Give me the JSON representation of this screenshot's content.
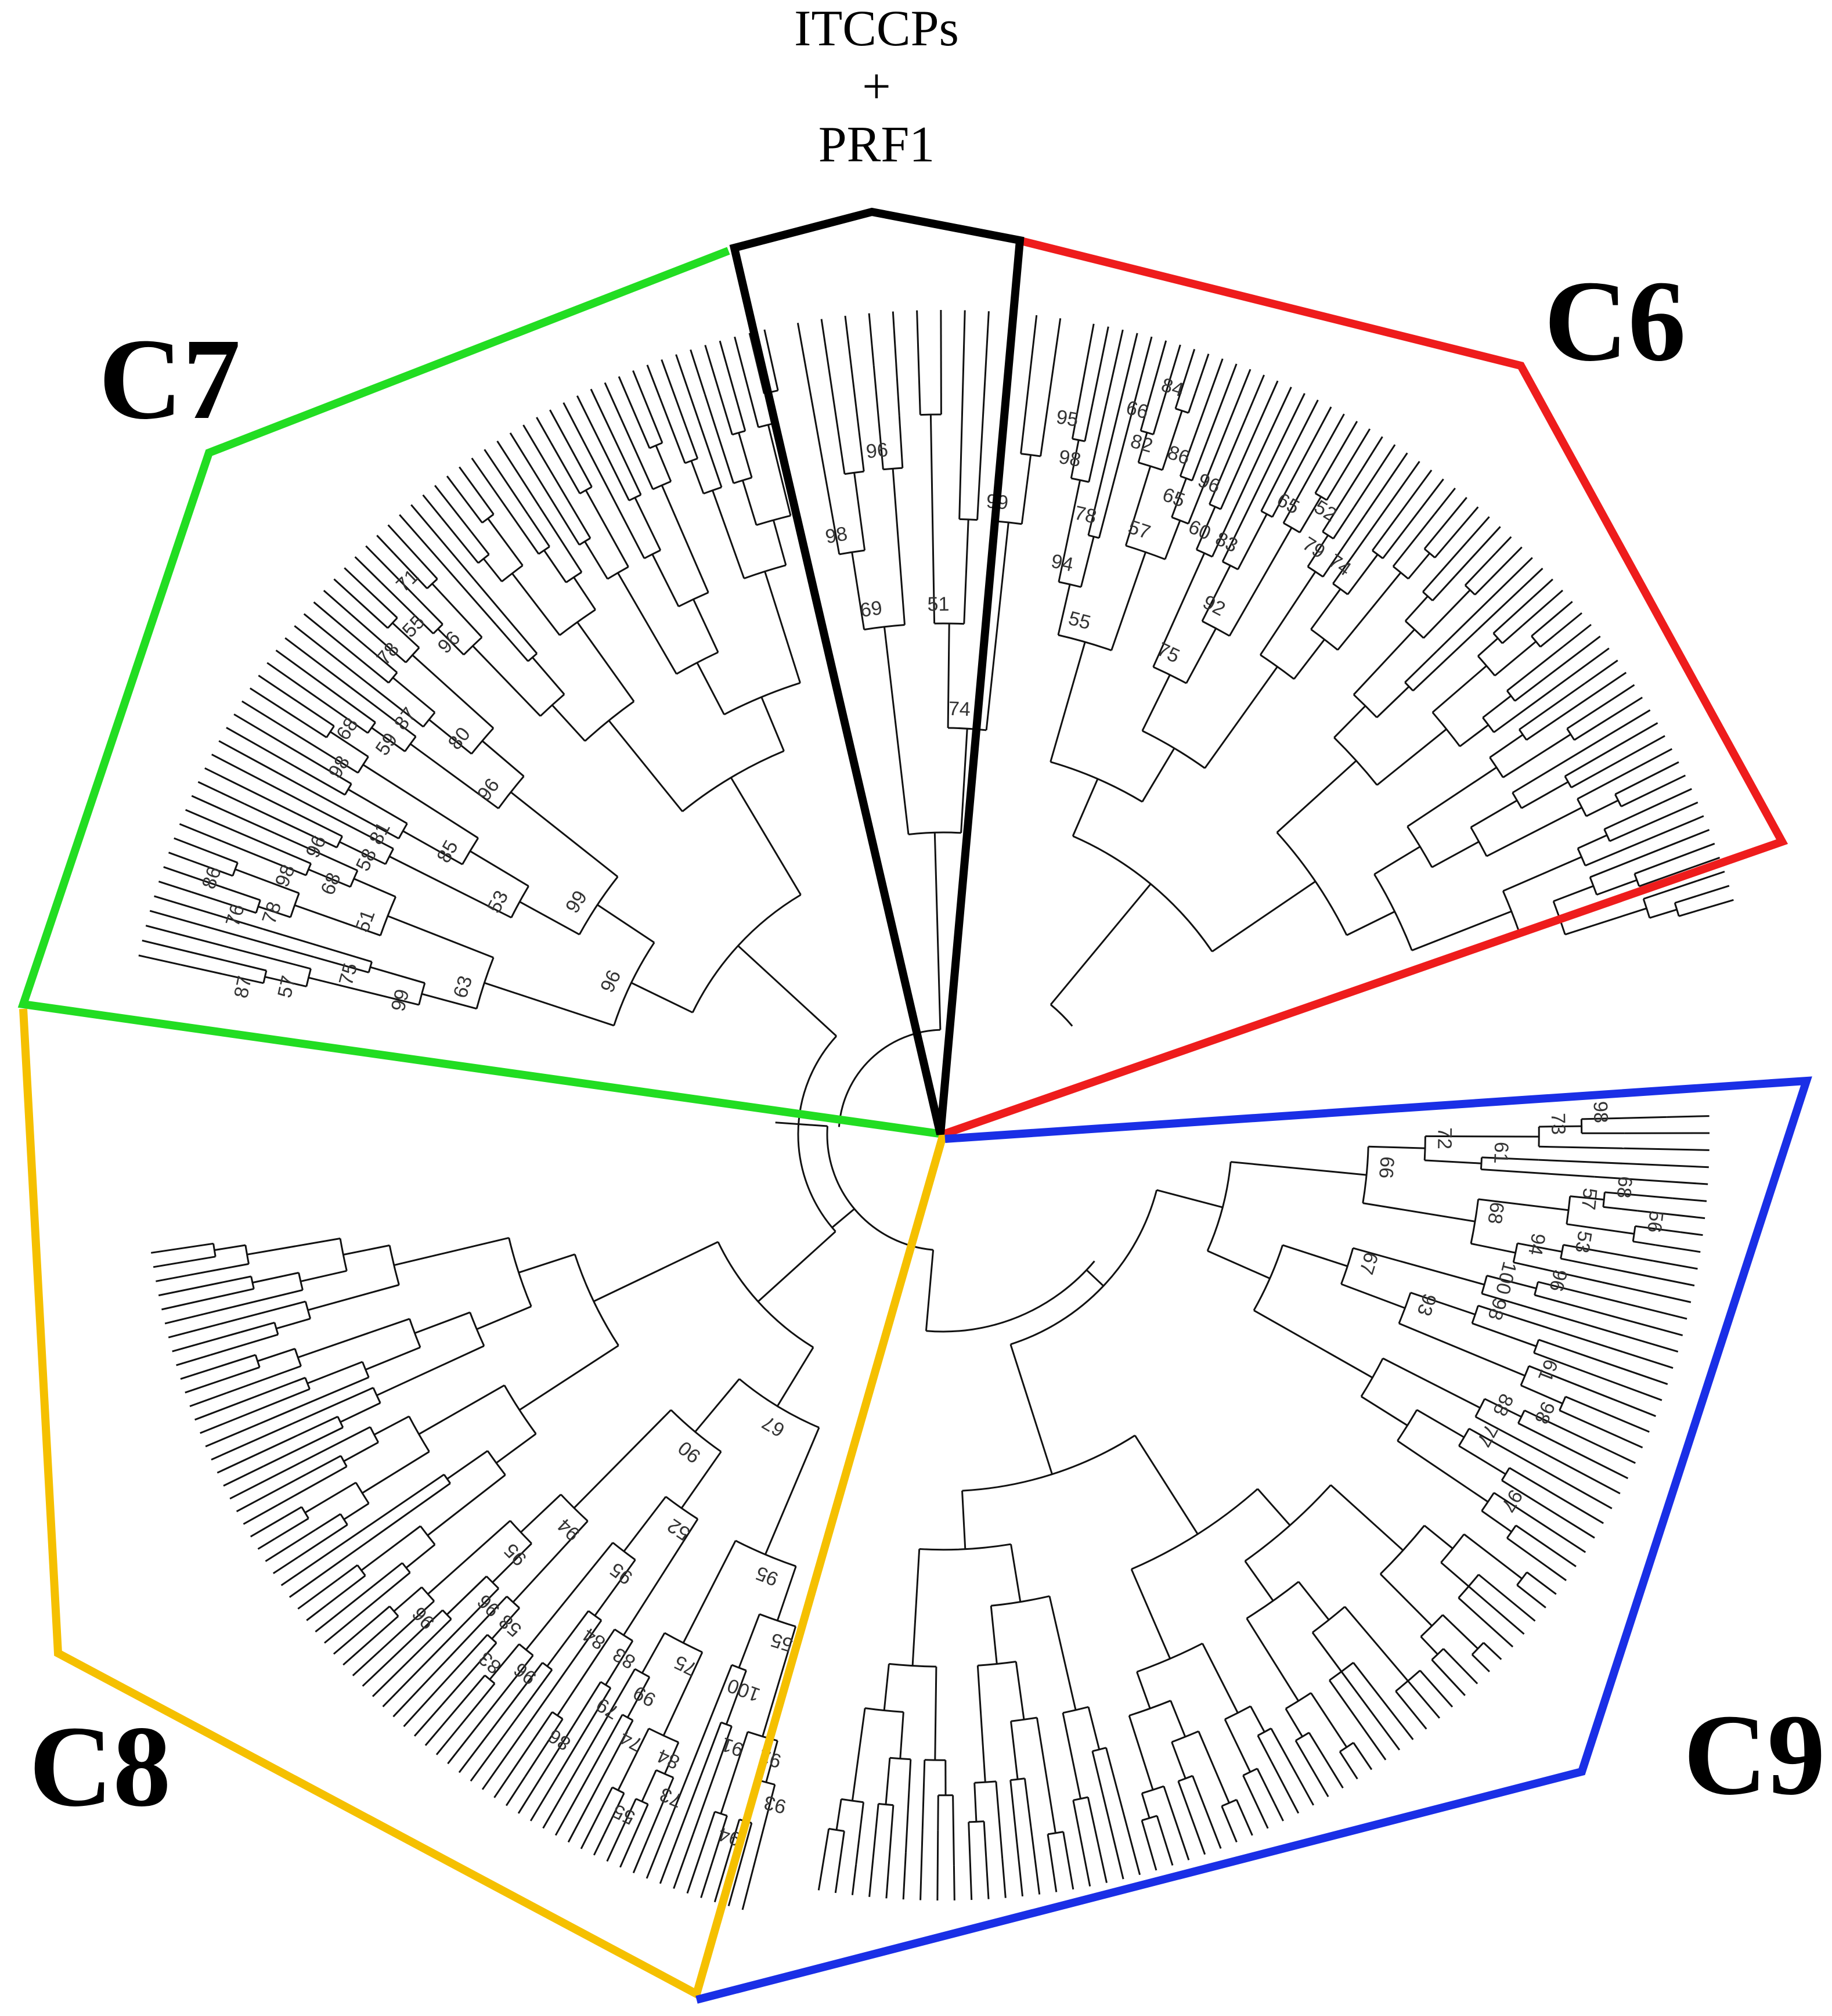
{
  "header": {
    "line1": "ITCCPs",
    "line2": "+",
    "line3": "PRF1"
  },
  "clades": [
    {
      "label": "C6",
      "color": "#ee1c1c"
    },
    {
      "label": "C7",
      "color": "#22dd22"
    },
    {
      "label": "C8",
      "color": "#f5c000"
    },
    {
      "label": "C9",
      "color": "#1a2fe6"
    },
    {
      "label": "",
      "color": "#000000"
    }
  ],
  "bootstrap_values": {
    "itccps_prf1": [
      "98",
      "96",
      "69",
      "51",
      "99",
      "74"
    ],
    "c6": [
      "95",
      "98",
      "78",
      "94",
      "66",
      "84",
      "82",
      "86",
      "65",
      "57",
      "55",
      "96",
      "60",
      "83",
      "65",
      "92",
      "75",
      "52",
      "79",
      "74"
    ],
    "c7": [
      "87",
      "57",
      "75",
      "99",
      "76",
      "86",
      "78",
      "98",
      "68",
      "51",
      "63",
      "96",
      "58",
      "81",
      "98",
      "85",
      "53",
      "68",
      "59",
      "87",
      "78",
      "80",
      "96",
      "99",
      "96",
      "55",
      "71",
      "96"
    ],
    "c8": [
      "93",
      "94",
      "92",
      "91",
      "100",
      "55",
      "73",
      "55",
      "84",
      "74",
      "99",
      "75",
      "95",
      "79",
      "86",
      "83",
      "84",
      "96",
      "95",
      "52",
      "83",
      "58",
      "96",
      "96",
      "95",
      "94",
      "90",
      "67"
    ],
    "c9": [
      "98",
      "73",
      "61",
      "72",
      "68",
      "56",
      "57",
      "53",
      "94",
      "68",
      "66",
      "96",
      "100",
      "98",
      "61",
      "93",
      "67",
      "98",
      "88",
      "77",
      "97"
    ]
  }
}
